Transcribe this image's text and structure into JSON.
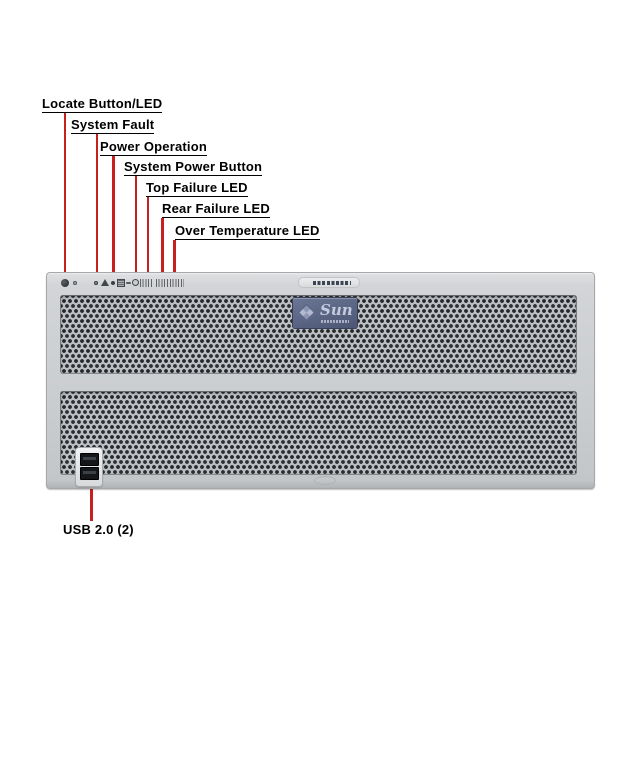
{
  "figure": {
    "description_colors": {
      "callout_line": "#c6211f",
      "label_text": "#000000",
      "bezel": "#cbced1",
      "mesh_plate": "#bcbfc2",
      "mesh_hole": "#24272b",
      "sun_badge": "#556080",
      "usb_port": "#14161a"
    },
    "callouts": [
      {
        "text": "Locate Button/LED",
        "target": "locate-button-led"
      },
      {
        "text": "System Fault",
        "target": "system-fault-led"
      },
      {
        "text": "Power Operation",
        "target": "power-operation-led"
      },
      {
        "text": "System Power Button",
        "target": "system-power-button"
      },
      {
        "text": "Top Failure LED",
        "target": "top-failure-led"
      },
      {
        "text": "Rear Failure LED",
        "target": "rear-failure-led"
      },
      {
        "text": "Over Temperature LED",
        "target": "over-temperature-led"
      },
      {
        "text": "USB 2.0 (2)",
        "target": "usb-ports"
      }
    ],
    "server": {
      "badge_text": "Sun",
      "control_panel_icons": [
        "locate-button-led",
        "system-fault-led",
        "fault-warning-triangle",
        "power-operation-led",
        "power-ok-icon",
        "standby-symbol",
        "system-power-button",
        "top-failure-led",
        "rear-failure-led",
        "over-temperature-led"
      ],
      "sections": [
        "control-panel-strip",
        "upper-vent-grille",
        "lower-vent-grille",
        "usb-ports"
      ]
    }
  }
}
